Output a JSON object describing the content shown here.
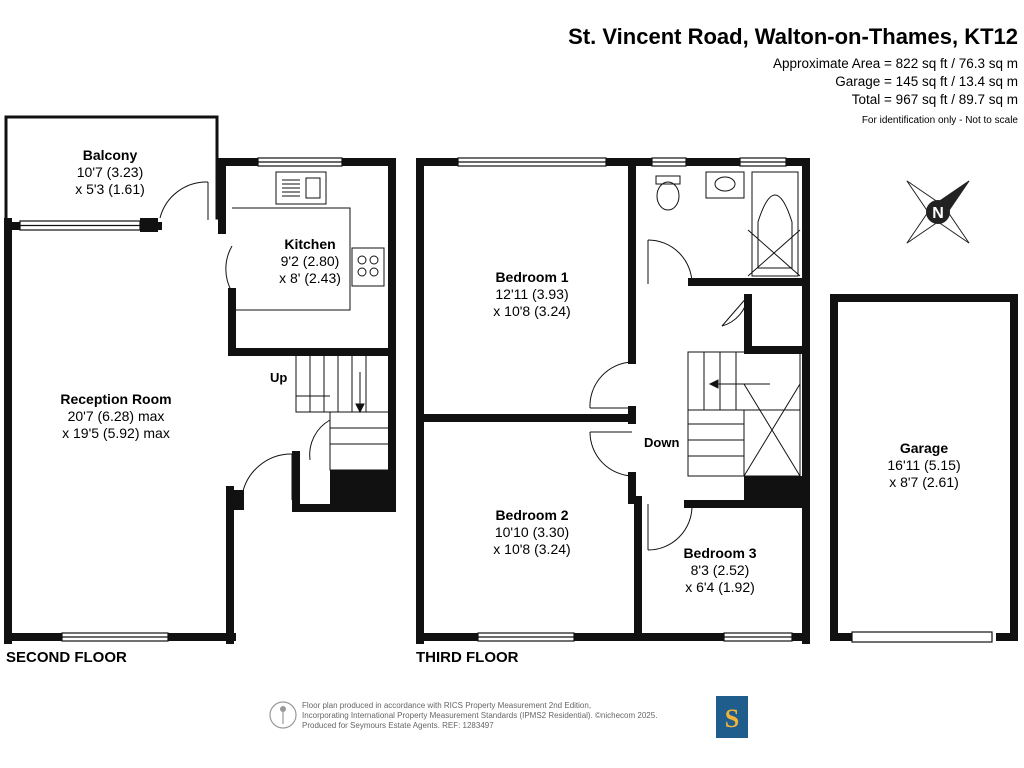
{
  "header": {
    "title": "St. Vincent Road, Walton-on-Thames, KT12",
    "area_lines": [
      "Approximate Area = 822 sq ft / 76.3 sq m",
      "Garage = 145 sq ft / 13.4 sq m",
      "Total = 967 sq ft / 89.7 sq m"
    ],
    "disclaimer": "For identification only - Not to scale"
  },
  "rooms": {
    "balcony": {
      "name": "Balcony",
      "dims": [
        "10'7 (3.23)",
        "x 5'3 (1.61)"
      ]
    },
    "kitchen": {
      "name": "Kitchen",
      "dims": [
        "9'2 (2.80)",
        "x 8' (2.43)"
      ]
    },
    "reception": {
      "name": "Reception Room",
      "dims": [
        "20'7 (6.28) max",
        "x 19'5 (5.92) max"
      ]
    },
    "bedroom1": {
      "name": "Bedroom 1",
      "dims": [
        "12'11 (3.93)",
        "x 10'8 (3.24)"
      ]
    },
    "bedroom2": {
      "name": "Bedroom 2",
      "dims": [
        "10'10 (3.30)",
        "x 10'8 (3.24)"
      ]
    },
    "bedroom3": {
      "name": "Bedroom 3",
      "dims": [
        "8'3 (2.52)",
        "x 6'4 (1.92)"
      ]
    },
    "garage": {
      "name": "Garage",
      "dims": [
        "16'11 (5.15)",
        "x 8'7 (2.61)"
      ]
    }
  },
  "stairs": {
    "up": "Up",
    "down": "Down"
  },
  "floors": {
    "second": "SECOND FLOOR",
    "third": "THIRD FLOOR"
  },
  "compass": {
    "letter": "N"
  },
  "footer": {
    "lines": [
      "Floor plan produced in accordance with RICS Property Measurement 2nd Edition,",
      "Incorporating International Property Measurement Standards (IPMS2 Residential).  ©nichecom 2025.",
      "Produced for Seymours Estate Agents.    REF: 1283497"
    ],
    "logo_letter": "S"
  },
  "colors": {
    "wall": "#111111",
    "logo_bg": "#1f5d8c",
    "logo_fg": "#f0b43c"
  }
}
